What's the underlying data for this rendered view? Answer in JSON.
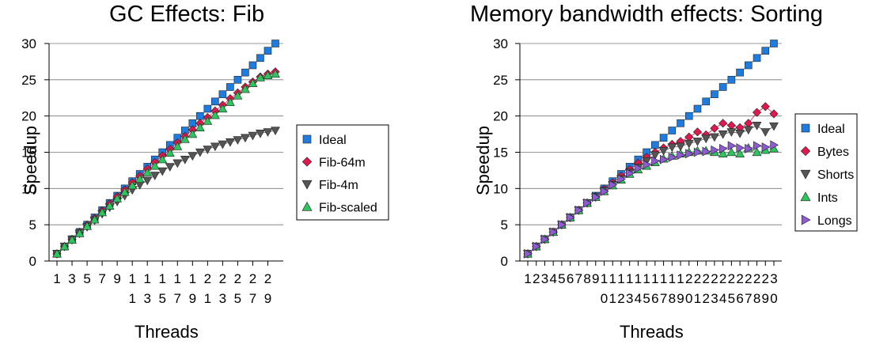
{
  "chart_data": [
    {
      "type": "scatter",
      "title": "GC Effects: Fib",
      "xlabel": "Threads",
      "ylabel": "Speedup",
      "ylim": [
        0,
        30
      ],
      "yticks": [
        0,
        5,
        10,
        15,
        20,
        25,
        30
      ],
      "xlim": [
        1,
        30
      ],
      "xticks": [
        1,
        3,
        5,
        7,
        9,
        11,
        13,
        15,
        17,
        19,
        21,
        23,
        25,
        27,
        29
      ],
      "grid": "horizontal",
      "legend_position": "right",
      "series": [
        {
          "name": "Ideal",
          "marker": "square",
          "color": "#1e7be0",
          "x": [
            1,
            2,
            3,
            4,
            5,
            6,
            7,
            8,
            9,
            10,
            11,
            12,
            13,
            14,
            15,
            16,
            17,
            18,
            19,
            20,
            21,
            22,
            23,
            24,
            25,
            26,
            27,
            28,
            29,
            30
          ],
          "values": [
            1,
            2,
            3,
            4,
            5,
            6,
            7,
            8,
            9,
            10,
            11,
            12,
            13,
            14,
            15,
            16,
            17,
            18,
            19,
            20,
            21,
            22,
            23,
            24,
            25,
            26,
            27,
            28,
            29,
            30
          ]
        },
        {
          "name": "Fib-64m",
          "marker": "diamond",
          "color": "#e0184e",
          "x": [
            1,
            2,
            3,
            4,
            5,
            6,
            7,
            8,
            9,
            10,
            11,
            12,
            13,
            14,
            15,
            16,
            17,
            18,
            19,
            20,
            21,
            22,
            23,
            24,
            25,
            26,
            27,
            28,
            29,
            30
          ],
          "values": [
            1,
            2,
            3,
            4,
            5,
            5.9,
            6.9,
            7.9,
            8.9,
            9.8,
            10.8,
            11.7,
            12.7,
            13.6,
            14.5,
            15.4,
            16.3,
            17.2,
            18.1,
            19,
            19.8,
            20.7,
            21.5,
            22.4,
            23.2,
            24,
            24.7,
            25.4,
            25.8,
            26.1
          ]
        },
        {
          "name": "Fib-4m",
          "marker": "triangle-down",
          "color": "#555555",
          "x": [
            1,
            2,
            3,
            4,
            5,
            6,
            7,
            8,
            9,
            10,
            11,
            12,
            13,
            14,
            15,
            16,
            17,
            18,
            19,
            20,
            21,
            22,
            23,
            24,
            25,
            26,
            27,
            28,
            29,
            30
          ],
          "values": [
            1,
            2,
            2.9,
            3.8,
            4.7,
            5.6,
            6.5,
            7.4,
            8.2,
            9,
            9.8,
            10.5,
            11.1,
            11.8,
            12.4,
            13,
            13.5,
            14,
            14.5,
            15,
            15.4,
            15.8,
            16.1,
            16.4,
            16.7,
            17,
            17.3,
            17.6,
            17.8,
            18
          ]
        },
        {
          "name": "Fib-scaled",
          "marker": "triangle-up",
          "color": "#2ec45e",
          "x": [
            1,
            2,
            3,
            4,
            5,
            6,
            7,
            8,
            9,
            10,
            11,
            12,
            13,
            14,
            15,
            16,
            17,
            18,
            19,
            20,
            21,
            22,
            23,
            24,
            25,
            26,
            27,
            28,
            29,
            30
          ],
          "values": [
            1,
            2,
            2.9,
            3.8,
            4.8,
            5.7,
            6.7,
            7.6,
            8.6,
            9.5,
            10.4,
            11.3,
            12.2,
            13.1,
            14,
            14.9,
            15.8,
            16.8,
            17.5,
            18.4,
            19.3,
            20.1,
            21,
            21.9,
            22.8,
            23.7,
            24.5,
            25.3,
            25.6,
            25.8
          ]
        }
      ]
    },
    {
      "type": "scatter",
      "title": "Memory bandwidth effects: Sorting",
      "xlabel": "Threads",
      "ylabel": "Speedup",
      "ylim": [
        0,
        30
      ],
      "yticks": [
        0,
        5,
        10,
        15,
        20,
        25,
        30
      ],
      "xlim": [
        1,
        30
      ],
      "xtick_labels": [
        "1",
        "2",
        "3",
        "4",
        "5",
        "6",
        "7",
        "8",
        "9",
        "10",
        "11",
        "12",
        "13",
        "14",
        "15",
        "16",
        "17",
        "18",
        "19",
        "20",
        "21",
        "22",
        "23",
        "24",
        "25",
        "26",
        "27",
        "28",
        "29",
        "30"
      ],
      "grid": "horizontal",
      "legend_position": "right",
      "series": [
        {
          "name": "Ideal",
          "marker": "square",
          "color": "#1e7be0",
          "x": [
            1,
            2,
            3,
            4,
            5,
            6,
            7,
            8,
            9,
            10,
            11,
            12,
            13,
            14,
            15,
            16,
            17,
            18,
            19,
            20,
            21,
            22,
            23,
            24,
            25,
            26,
            27,
            28,
            29,
            30
          ],
          "values": [
            1,
            2,
            3,
            4,
            5,
            6,
            7,
            8,
            9,
            10,
            11,
            12,
            13,
            14,
            15,
            16,
            17,
            18,
            19,
            20,
            21,
            22,
            23,
            24,
            25,
            26,
            27,
            28,
            29,
            30
          ]
        },
        {
          "name": "Bytes",
          "marker": "diamond",
          "color": "#e0184e",
          "x": [
            1,
            2,
            3,
            4,
            5,
            6,
            7,
            8,
            9,
            10,
            11,
            12,
            13,
            14,
            15,
            16,
            17,
            18,
            19,
            20,
            21,
            22,
            23,
            24,
            25,
            26,
            27,
            28,
            29,
            30
          ],
          "values": [
            1,
            2,
            3,
            4,
            5,
            6,
            7,
            8,
            8.9,
            9.9,
            10.8,
            11.7,
            12.6,
            13.5,
            14.3,
            15,
            15.6,
            16.1,
            16.5,
            17.1,
            17.8,
            17.4,
            18.3,
            19,
            18.7,
            18.4,
            19,
            20.5,
            21.3,
            20.3
          ]
        },
        {
          "name": "Shorts",
          "marker": "triangle-down",
          "color": "#555555",
          "x": [
            1,
            2,
            3,
            4,
            5,
            6,
            7,
            8,
            9,
            10,
            11,
            12,
            13,
            14,
            15,
            16,
            17,
            18,
            19,
            20,
            21,
            22,
            23,
            24,
            25,
            26,
            27,
            28,
            29,
            30
          ],
          "values": [
            1,
            2,
            3,
            4,
            5,
            6,
            7,
            8,
            8.8,
            9.7,
            10.5,
            11.3,
            12.2,
            12.9,
            13.8,
            14.6,
            15.2,
            15.7,
            15.8,
            16.2,
            16.5,
            16.9,
            17.1,
            17.5,
            17.8,
            17.6,
            18.1,
            18.7,
            17.8,
            18.6
          ]
        },
        {
          "name": "Ints",
          "marker": "triangle-up",
          "color": "#2ec45e",
          "x": [
            1,
            2,
            3,
            4,
            5,
            6,
            7,
            8,
            9,
            10,
            11,
            12,
            13,
            14,
            15,
            16,
            17,
            18,
            19,
            20,
            21,
            22,
            23,
            24,
            25,
            26,
            27,
            28,
            29,
            30
          ],
          "values": [
            1,
            2,
            3,
            4,
            5,
            6,
            7,
            8,
            8.8,
            9.6,
            10.4,
            11.2,
            12,
            12.6,
            13.1,
            13.6,
            14.1,
            14.5,
            14.8,
            15,
            15.2,
            15.2,
            15,
            14.8,
            15,
            14.8,
            15.6,
            15,
            15.3,
            15.5
          ]
        },
        {
          "name": "Longs",
          "marker": "triangle-right",
          "color": "#8e5bd1",
          "x": [
            1,
            2,
            3,
            4,
            5,
            6,
            7,
            8,
            9,
            10,
            11,
            12,
            13,
            14,
            15,
            16,
            17,
            18,
            19,
            20,
            21,
            22,
            23,
            24,
            25,
            26,
            27,
            28,
            29,
            30
          ],
          "values": [
            1,
            2,
            3,
            4,
            5,
            6,
            7,
            8,
            8.8,
            9.6,
            10.5,
            11.3,
            12.1,
            12.8,
            13.3,
            13.8,
            14,
            14.3,
            14.6,
            14.8,
            15,
            15.1,
            15.3,
            15.5,
            15.9,
            15.6,
            15.5,
            15.9,
            15.7,
            16
          ]
        }
      ]
    }
  ]
}
